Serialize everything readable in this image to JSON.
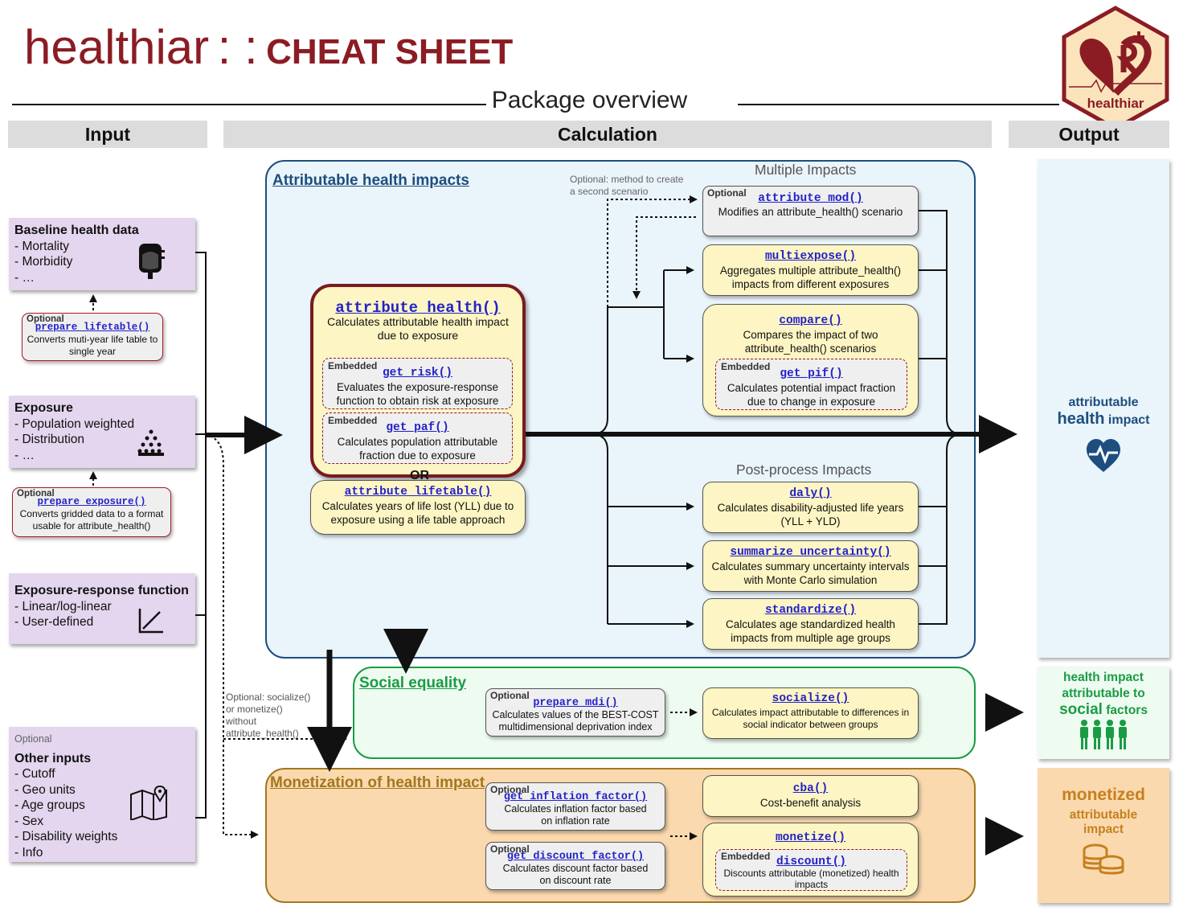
{
  "title": {
    "pkg": "healthiar",
    "sep": ": :",
    "sheet": "CHEAT SHEET"
  },
  "overview": "Package overview",
  "logo": {
    "text": "healthiar",
    "icon": "heart-r-hex-icon"
  },
  "columns": {
    "input": "Input",
    "calculation": "Calculation",
    "output": "Output"
  },
  "inputs": {
    "baseline": {
      "title": "Baseline health data",
      "items": [
        "-   Mortality",
        "-   Morbidity",
        "-   …"
      ],
      "icon": "iv-bag-icon"
    },
    "prepare_lifetable": {
      "tag": "Optional",
      "fn": "prepare_lifetable()",
      "desc": "Converts muti-year life table to single year"
    },
    "exposure": {
      "title": "Exposure",
      "items": [
        "- Population weighted",
        "- Distribution",
        "- …"
      ],
      "icon": "population-icon"
    },
    "prepare_exposure": {
      "tag": "Optional",
      "fn": "prepare_exposure()",
      "desc": "Converts gridded data to a format usable for attribute_health()"
    },
    "erf": {
      "title": "Exposure-response function",
      "items": [
        "- Linear/log-linear",
        "- User-defined"
      ],
      "icon": "chart-line-icon"
    },
    "other": {
      "tag": "Optional",
      "title": "Other inputs",
      "items": [
        "- Cutoff",
        "- Geo units",
        "- Age groups",
        "- Sex",
        "- Disability weights",
        "- Info"
      ],
      "icon": "map-pin-icon"
    }
  },
  "regions": {
    "attributable": "Attributable health impacts",
    "social": "Social equality",
    "monetization": "Monetization of health impact"
  },
  "main": {
    "attribute_health": {
      "fn": "attribute_health()",
      "desc": "Calculates attributable health impact due to exposure"
    },
    "get_risk": {
      "tag": "Embedded",
      "fn": "get_risk()",
      "desc": "Evaluates the exposure-response function to obtain risk at exposure"
    },
    "get_paf": {
      "tag": "Embedded",
      "fn": "get_paf()",
      "desc": "Calculates population attributable fraction due to exposure"
    },
    "or": "OR",
    "attribute_lifetable": {
      "fn": "attribute_lifetable()",
      "desc": "Calculates years of life lost (YLL) due to exposure using a life table approach"
    }
  },
  "multiple": {
    "title": "Multiple Impacts",
    "note": "Optional: method to create a second scenario",
    "attribute_mod": {
      "tag": "Optional",
      "fn": "attribute_mod()",
      "desc": "Modifies an attribute_health() scenario"
    },
    "multiexpose": {
      "fn": "multiexpose()",
      "desc": "Aggregates multiple attribute_health() impacts from different exposures"
    },
    "compare": {
      "fn": "compare()",
      "desc": "Compares the impact of two attribute_health() scenarios"
    },
    "get_pif": {
      "tag": "Embedded",
      "fn": "get_pif()",
      "desc": "Calculates potential impact fraction due to change in exposure"
    }
  },
  "post": {
    "title": "Post-process Impacts",
    "daly": {
      "fn": "daly()",
      "desc": "Calculates disability-adjusted life years (YLL + YLD)"
    },
    "summarize": {
      "fn": "summarize_uncertainty()",
      "desc": "Calculates summary uncertainty intervals with Monte Carlo simulation"
    },
    "standardize": {
      "fn": "standardize()",
      "desc": "Calculates age standardized health impacts from multiple age groups"
    }
  },
  "social": {
    "note": "Optional: socialize() or monetize() without attribute_health()",
    "prepare_mdi": {
      "tag": "Optional",
      "fn": "prepare_mdi()",
      "desc": "Calculates values of the BEST-COST multidimensional deprivation index"
    },
    "socialize": {
      "fn": "socialize()",
      "desc": "Calculates impact attributable to differences in social indicator between groups"
    }
  },
  "monetization": {
    "inflation": {
      "tag": "Optional",
      "fn": "get_inflation_factor()",
      "desc": "Calculates inflation factor based on inflation rate"
    },
    "discount_factor": {
      "tag": "Optional",
      "fn": "get_discount_factor()",
      "desc": "Calculates discount factor based on discount rate"
    },
    "cba": {
      "fn": "cba()",
      "desc": "Cost-benefit analysis"
    },
    "monetize": {
      "fn": "monetize()"
    },
    "discount": {
      "tag": "Embedded",
      "fn": "discount()",
      "desc": "Discounts attributable (monetized) health impacts"
    }
  },
  "outputs": {
    "health": {
      "l1": "attributable",
      "l2": "health",
      "l3": "impact",
      "icon": "heart-pulse-icon",
      "color": "#1d4e7e"
    },
    "social": {
      "l1": "health impact",
      "l2": "attributable to",
      "l3": "social",
      "l4": "factors",
      "icon": "people-group-icon",
      "color": "#1a9c45"
    },
    "monetized": {
      "l1": "monetized",
      "l2": "attributable",
      "l3": "impact",
      "icon": "coins-icon",
      "color": "#c5801f"
    }
  }
}
